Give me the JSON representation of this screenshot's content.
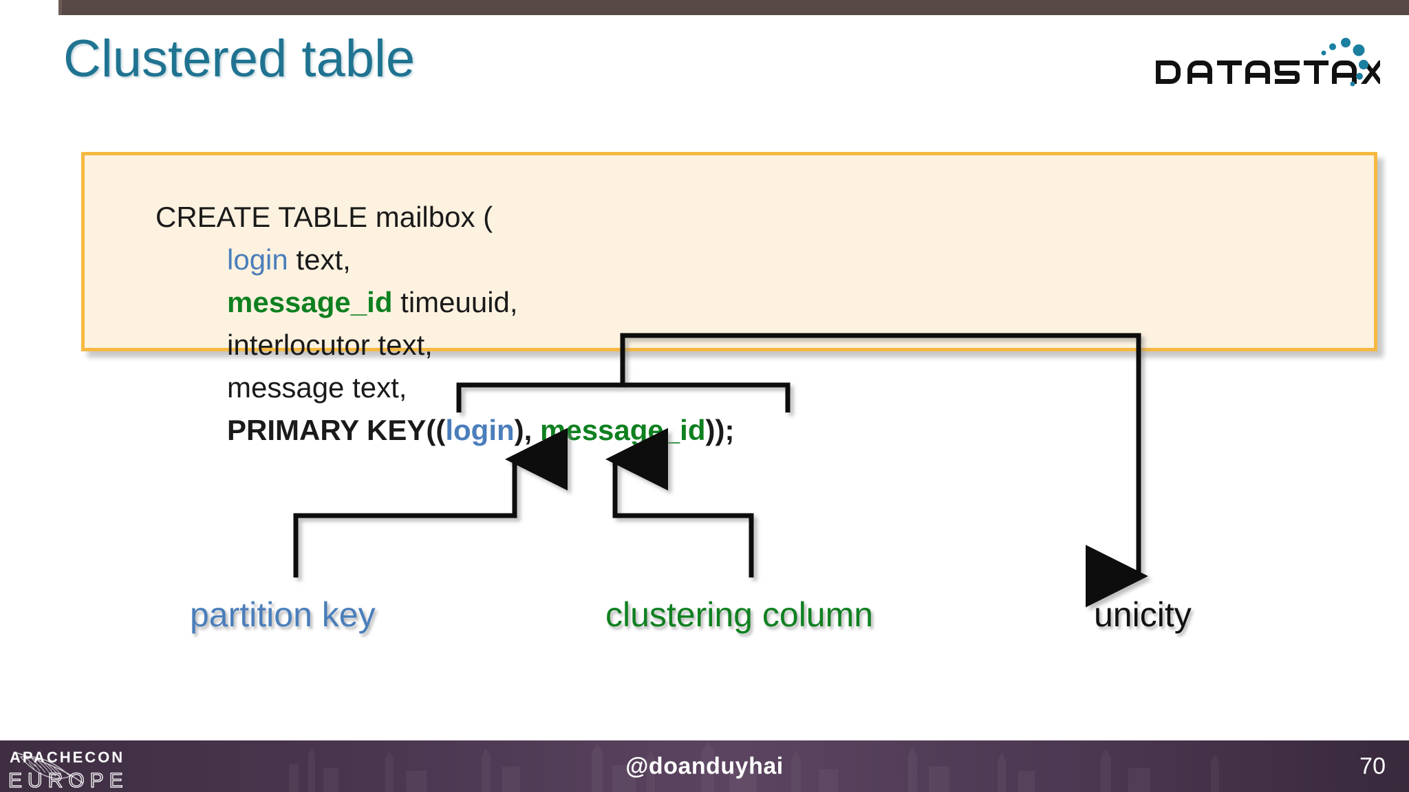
{
  "slide": {
    "title": "Clustered table",
    "page_number": "70",
    "title_color": "#1f7391",
    "accent_bar_color": "#574945"
  },
  "brand": {
    "logo_text": "DATASTAX",
    "logo_dot_color": "#1b7fa0",
    "logo_text_color": "#111111"
  },
  "code_panel": {
    "border_color": "#f5b942",
    "background_color": "#fdf2e0",
    "lines": [
      {
        "indent": false,
        "segments": [
          {
            "text": "CREATE TABLE mailbox (",
            "style": "plain"
          }
        ]
      },
      {
        "indent": true,
        "segments": [
          {
            "text": "login",
            "style": "login"
          },
          {
            "text": " text,",
            "style": "plain"
          }
        ]
      },
      {
        "indent": true,
        "segments": [
          {
            "text": "message_id",
            "style": "msgid"
          },
          {
            "text": " timeuuid,",
            "style": "plain"
          }
        ]
      },
      {
        "indent": true,
        "segments": [
          {
            "text": "interlocutor text,",
            "style": "plain"
          }
        ]
      },
      {
        "indent": true,
        "segments": [
          {
            "text": "message text,",
            "style": "plain"
          }
        ]
      },
      {
        "indent": true,
        "bold": true,
        "segments": [
          {
            "text": "PRIMARY KEY((",
            "style": "plain"
          },
          {
            "text": "login",
            "style": "login"
          },
          {
            "text": "), ",
            "style": "plain"
          },
          {
            "text": "message_id",
            "style": "msgid"
          },
          {
            "text": "));",
            "style": "plain"
          }
        ]
      }
    ]
  },
  "callouts": [
    {
      "id": "partition",
      "label": "partition key",
      "color": "#4a7ebb"
    },
    {
      "id": "clustering",
      "label": "clustering column",
      "color": "#0f8020"
    },
    {
      "id": "unicity",
      "label": "unicity",
      "color": "#111111"
    }
  ],
  "footer": {
    "event_name_line1": "APACHECON",
    "event_name_line2": "EUROPE",
    "handle": "@doanduyhai",
    "page_number": "70",
    "background_color": "#4a3750"
  }
}
